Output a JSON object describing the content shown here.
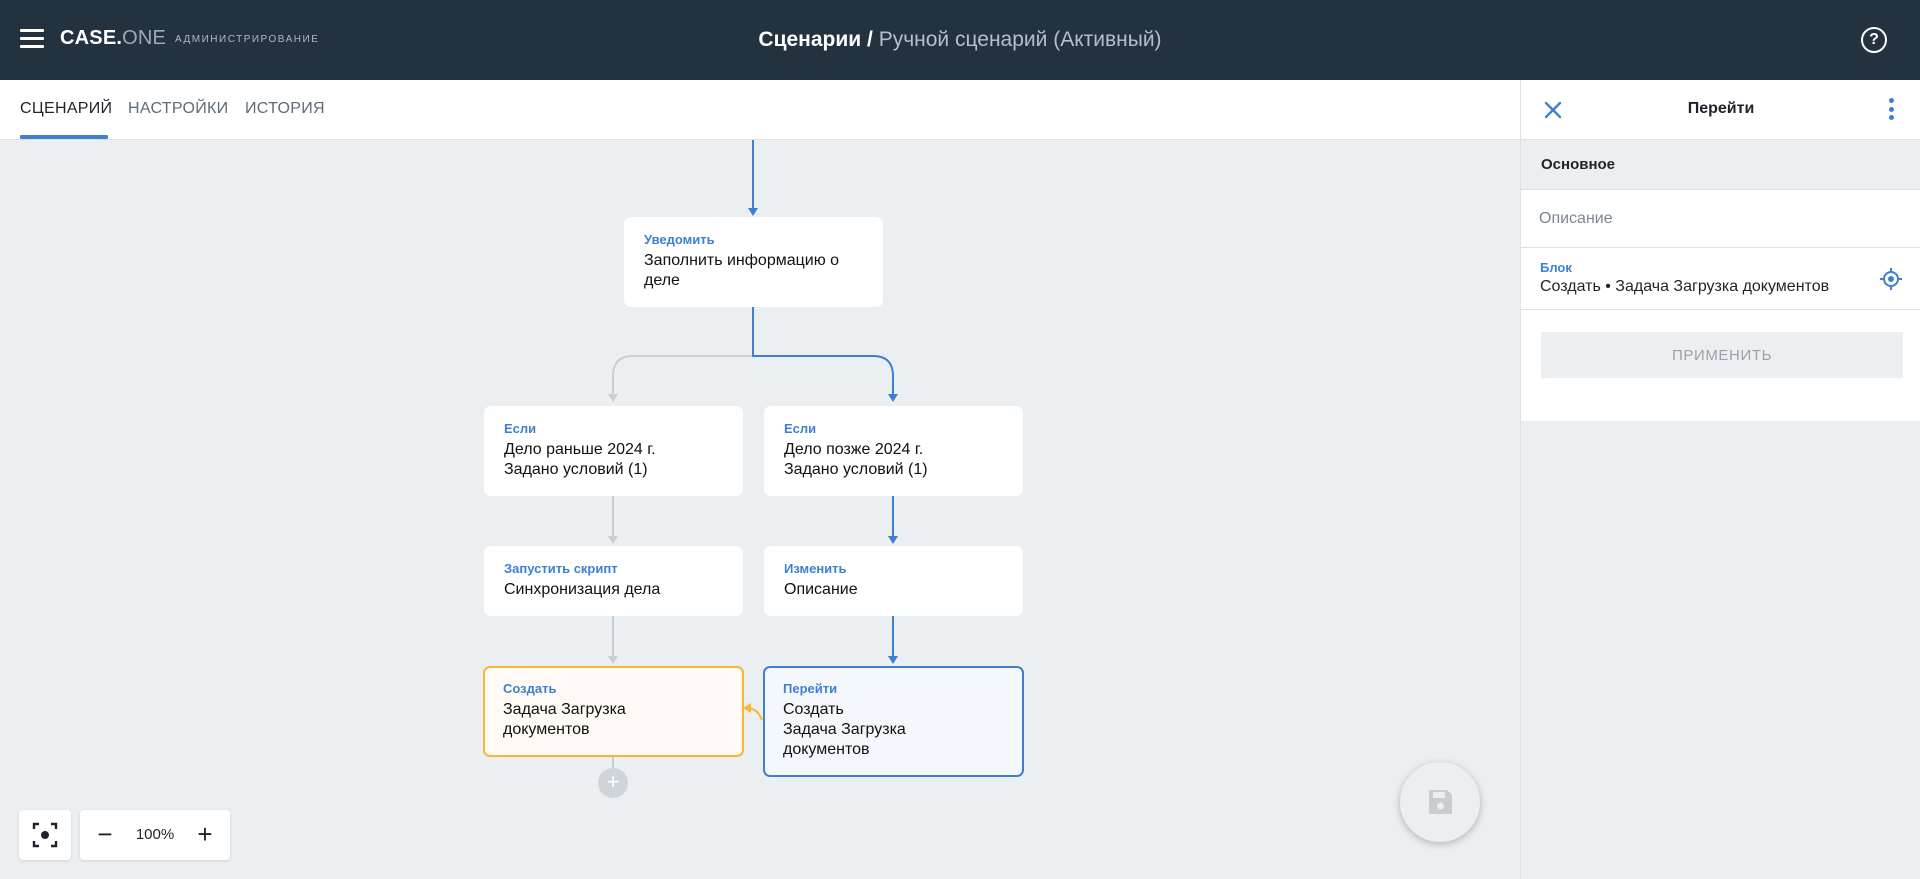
{
  "header": {
    "logo_case": "CASE",
    "logo_dot": ".",
    "logo_one": "ONE",
    "admin_label": "АДМИНИСТРИРОВАНИЕ",
    "title_main": "Сценарии /",
    "title_sub": " Ручной сценарий (Активный)",
    "help_glyph": "?"
  },
  "tabs": [
    {
      "label": "СЦЕНАРИЙ",
      "active": true
    },
    {
      "label": "НАСТРОЙКИ",
      "active": false
    },
    {
      "label": "ИСТОРИЯ",
      "active": false
    }
  ],
  "flow": {
    "nodes": {
      "notify": {
        "kind": "Уведомить",
        "lines": [
          "Заполнить информацию о",
          "деле"
        ]
      },
      "if_left": {
        "kind": "Если",
        "lines": [
          "Дело раньше 2024 г.",
          "Задано условий (1)"
        ]
      },
      "if_right": {
        "kind": "Если",
        "lines": [
          "Дело позже 2024 г.",
          "Задано условий (1)"
        ]
      },
      "script": {
        "kind": "Запустить скрипт",
        "lines": [
          "Синхронизация дела"
        ]
      },
      "change": {
        "kind": "Изменить",
        "lines": [
          "Описание"
        ]
      },
      "create": {
        "kind": "Создать",
        "lines": [
          "Задача Загрузка",
          "документов"
        ]
      },
      "goto": {
        "kind": "Перейти",
        "lines": [
          "Создать",
          "Задача Загрузка",
          "документов"
        ]
      }
    },
    "add_glyph": "+"
  },
  "zoom": {
    "minus": "−",
    "value": "100%",
    "plus": "+"
  },
  "panel": {
    "title": "Перейти",
    "section": "Основное",
    "description_placeholder": "Описание",
    "block_label": "Блок",
    "block_value": "Создать • Задача Загрузка документов",
    "apply_label": "ПРИМЕНИТЬ"
  },
  "colors": {
    "header_bg": "#243240",
    "accent": "#3f7fd2",
    "orange": "#f6b637",
    "inactive_line": "#c9ced3"
  }
}
